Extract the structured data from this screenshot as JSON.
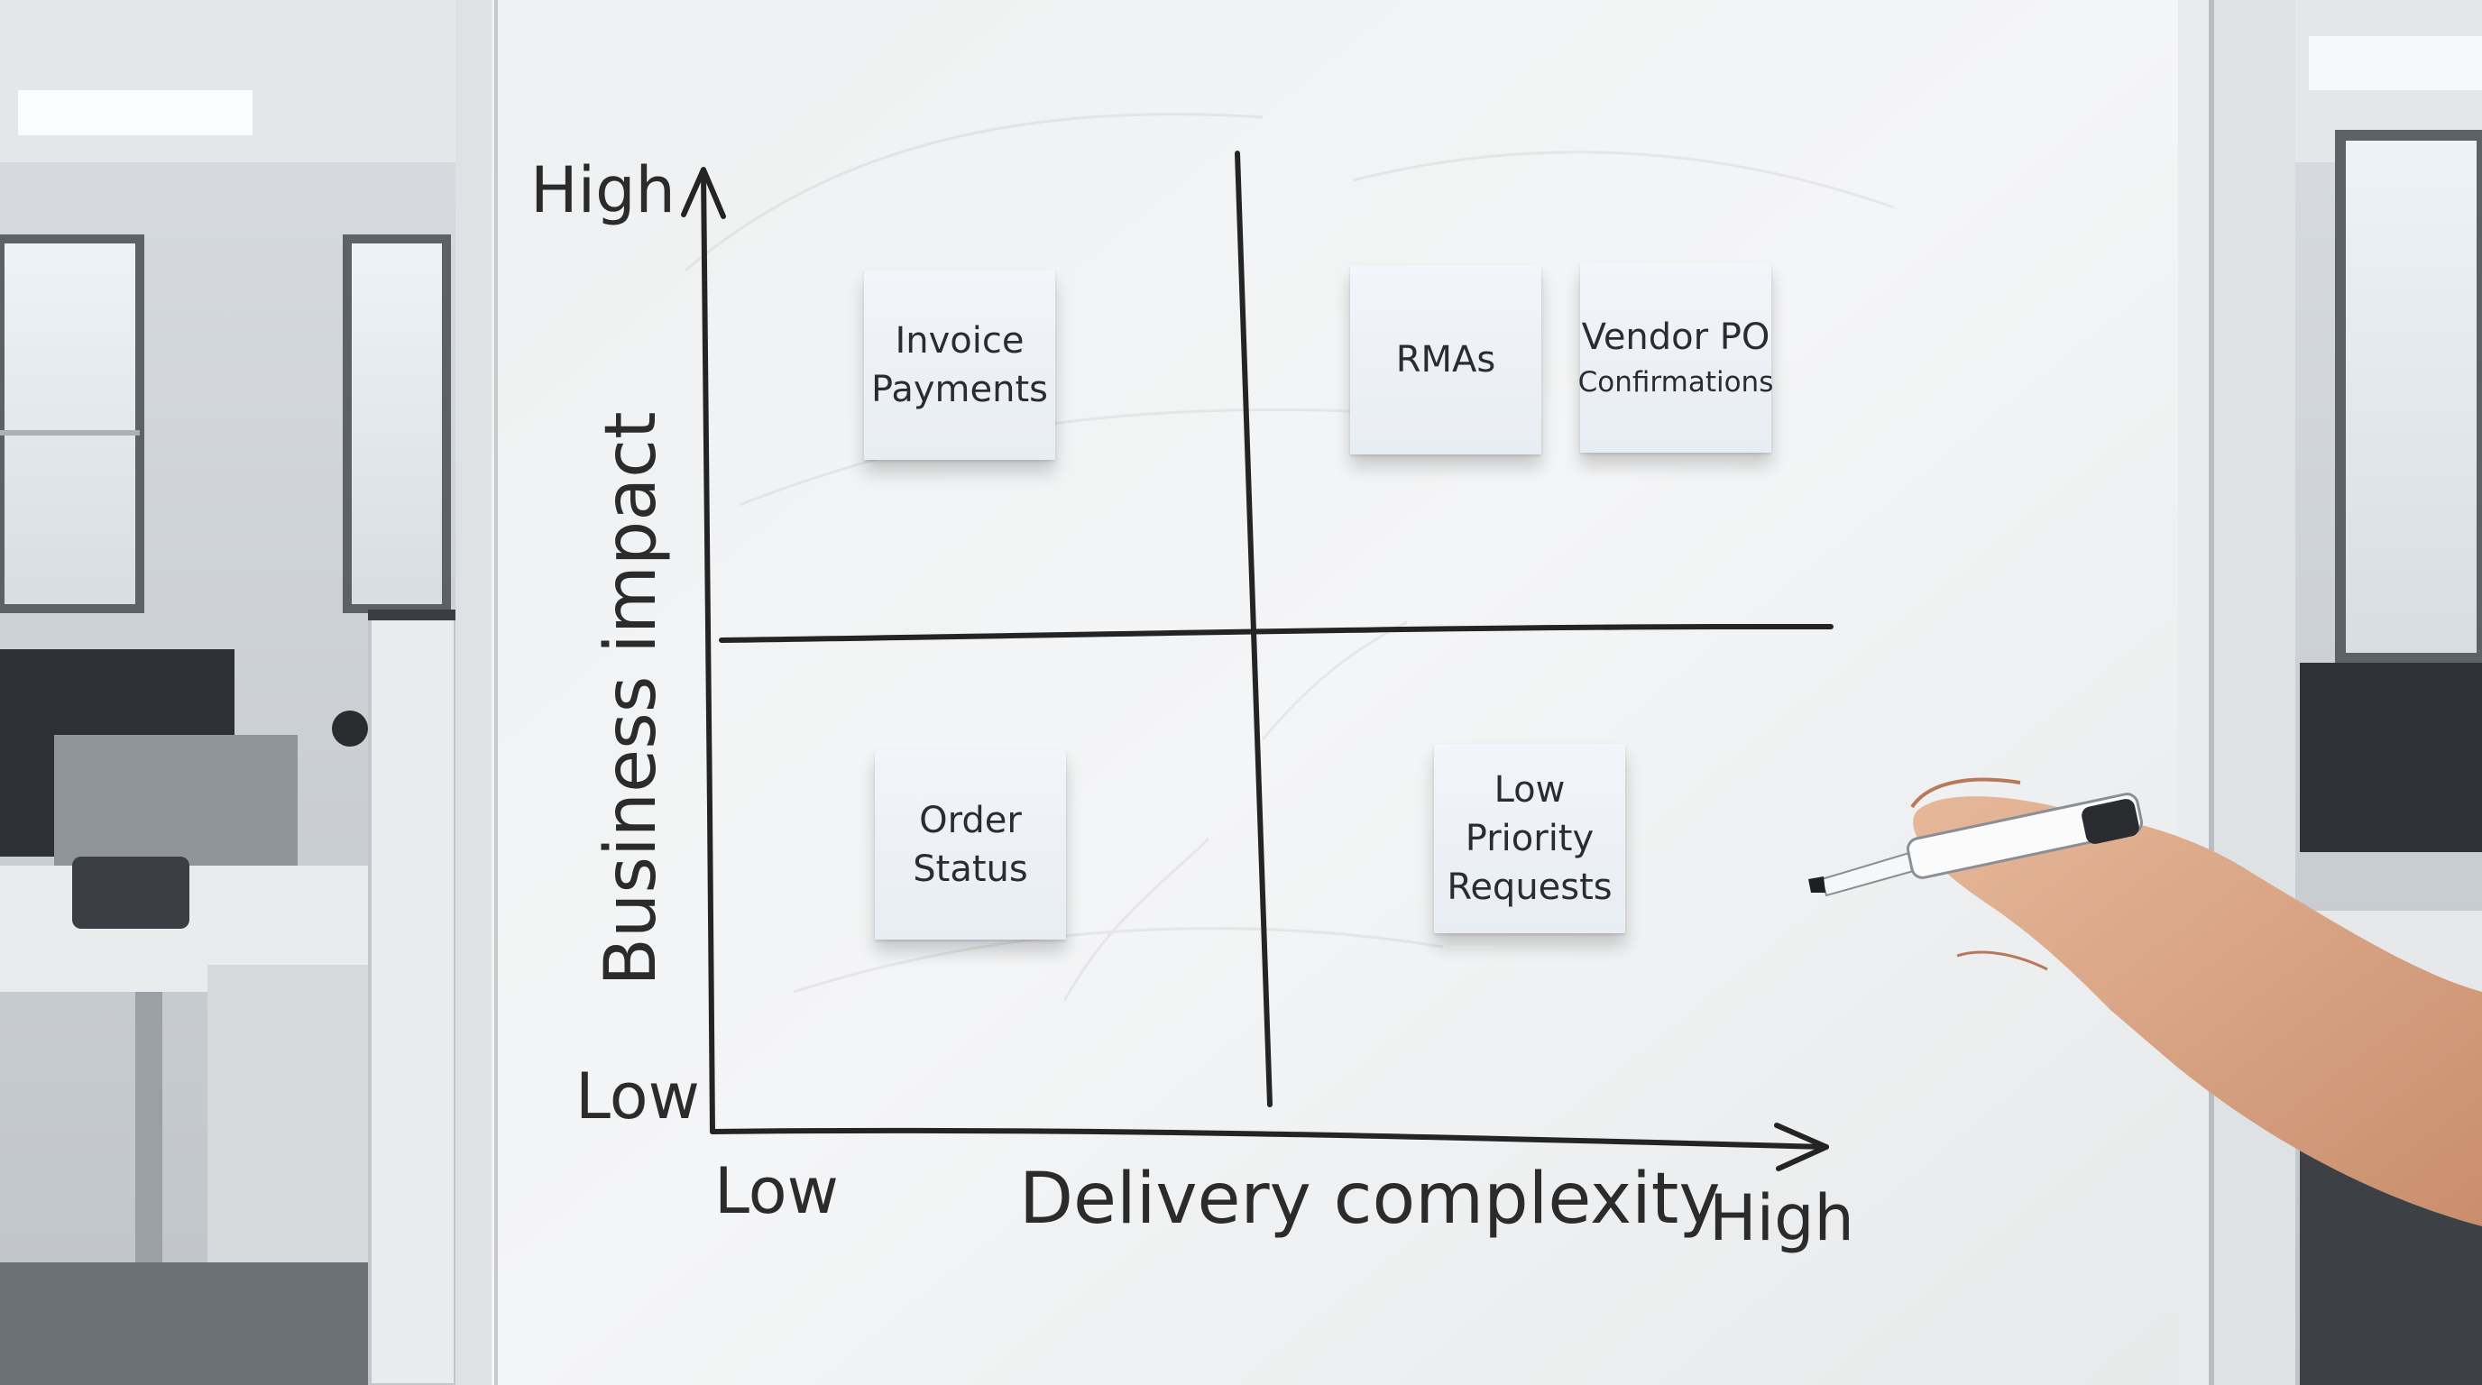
{
  "matrix": {
    "y_axis": {
      "label": "Business impact",
      "high": "High",
      "low": "Low"
    },
    "x_axis": {
      "label": "Delivery complexity",
      "low": "Low",
      "high": "High"
    }
  },
  "notes": {
    "invoice": {
      "line1": "Invoice",
      "line2": "Payments"
    },
    "rmas": {
      "line1": "RMAs"
    },
    "vendor": {
      "line1": "Vendor PO",
      "line2": "Confirmations"
    },
    "order": {
      "line1": "Order",
      "line2": "Status"
    },
    "low_priority": {
      "line1": "Low",
      "line2": "Priority",
      "line3": "Requests"
    }
  },
  "colors": {
    "board": "#f1f2f2",
    "marker": "#222222",
    "sticky": "#eef2f7",
    "frame": "#e6e8ea"
  },
  "icons": {
    "pen": "marker-pen-icon",
    "hand": "hand-icon"
  }
}
